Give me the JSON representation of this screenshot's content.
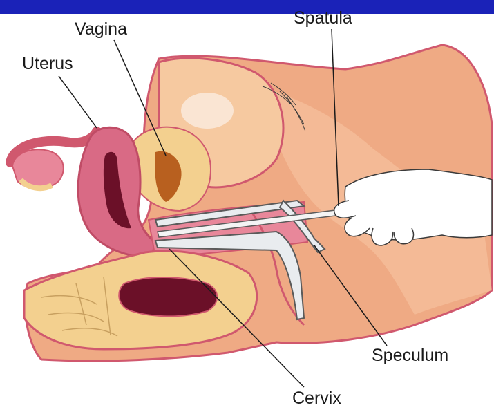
{
  "colors": {
    "top_bar": "#1a22b8",
    "skin": "#efaa84",
    "skin_light": "#f6c4a2",
    "outline": "#d0586e",
    "tissue_pink": "#e8879a",
    "uterus_pink": "#d96a85",
    "cavity": "#6b1028",
    "bone_yellow": "#f3d08f",
    "instrument": "#e9ecef"
  },
  "labels": {
    "vagina": "Vagina",
    "uterus": "Uterus",
    "spatula": "Spatula",
    "speculum": "Speculum",
    "cervix": "Cervix"
  }
}
